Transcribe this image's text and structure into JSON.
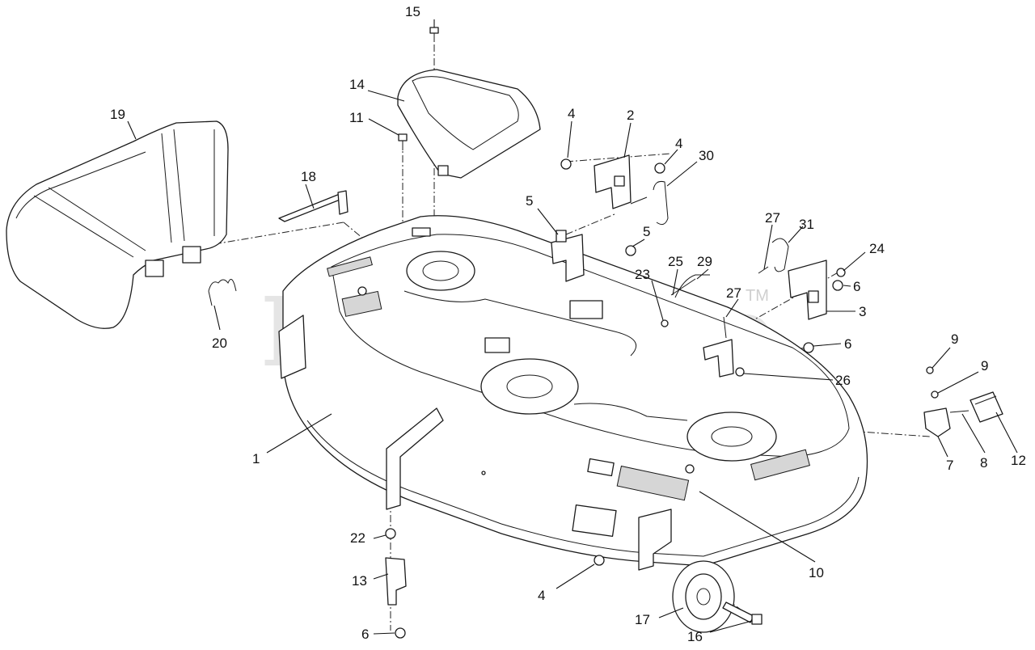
{
  "watermark": {
    "text": "PartsTree",
    "trademark": "TM"
  },
  "callouts": [
    {
      "id": "c15",
      "label": "15"
    },
    {
      "id": "c14",
      "label": "14"
    },
    {
      "id": "c11",
      "label": "11"
    },
    {
      "id": "c19",
      "label": "19"
    },
    {
      "id": "c18",
      "label": "18"
    },
    {
      "id": "c4a",
      "label": "4"
    },
    {
      "id": "c2",
      "label": "2"
    },
    {
      "id": "c4b",
      "label": "4"
    },
    {
      "id": "c30",
      "label": "30"
    },
    {
      "id": "c5a",
      "label": "5"
    },
    {
      "id": "c5b",
      "label": "5"
    },
    {
      "id": "c27a",
      "label": "27"
    },
    {
      "id": "c31",
      "label": "31"
    },
    {
      "id": "c24",
      "label": "24"
    },
    {
      "id": "c25",
      "label": "25"
    },
    {
      "id": "c29",
      "label": "29"
    },
    {
      "id": "c23",
      "label": "23"
    },
    {
      "id": "c6a",
      "label": "6"
    },
    {
      "id": "c27b",
      "label": "27"
    },
    {
      "id": "c3",
      "label": "3"
    },
    {
      "id": "c20",
      "label": "20"
    },
    {
      "id": "c6b",
      "label": "6"
    },
    {
      "id": "c26",
      "label": "26"
    },
    {
      "id": "c9a",
      "label": "9"
    },
    {
      "id": "c9b",
      "label": "9"
    },
    {
      "id": "c1",
      "label": "1"
    },
    {
      "id": "c7",
      "label": "7"
    },
    {
      "id": "c8",
      "label": "8"
    },
    {
      "id": "c12",
      "label": "12"
    },
    {
      "id": "c22",
      "label": "22"
    },
    {
      "id": "c10",
      "label": "10"
    },
    {
      "id": "c13",
      "label": "13"
    },
    {
      "id": "c4c",
      "label": "4"
    },
    {
      "id": "c17",
      "label": "17"
    },
    {
      "id": "c6c",
      "label": "6"
    },
    {
      "id": "c16",
      "label": "16"
    }
  ]
}
